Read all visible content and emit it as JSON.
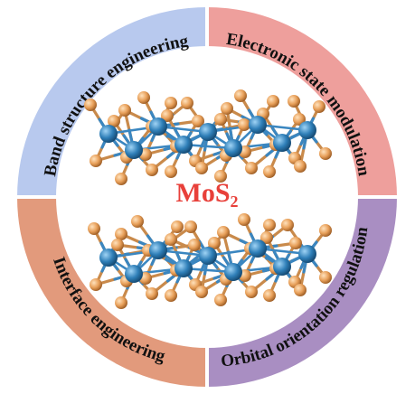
{
  "center": {
    "label_main": "MoS",
    "label_sub": "2"
  },
  "quadrants": [
    {
      "id": "top-left",
      "label": "Band structure engineering",
      "color": "#b8c9ee"
    },
    {
      "id": "top-right",
      "label": "Electronic state modulation",
      "color": "#ee9f9c"
    },
    {
      "id": "bottom-left",
      "label": "Interface engineering",
      "color": "#e29a7c"
    },
    {
      "id": "bottom-right",
      "label": "Orbital orientation regulation",
      "color": "#a98ec2"
    }
  ],
  "colors": {
    "molybdenum": "#2f7fb8",
    "sulfur": "#e8a05a",
    "ring_bg": "#ffffff"
  }
}
